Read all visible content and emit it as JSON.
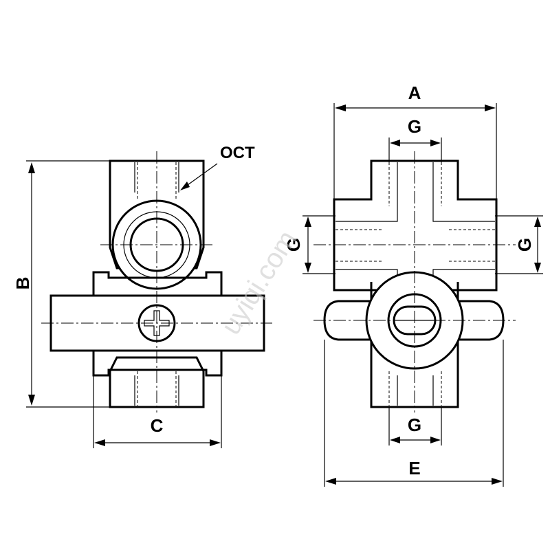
{
  "labels": {
    "A": "A",
    "B": "B",
    "C": "C",
    "E": "E",
    "G_top": "G",
    "G_left": "G",
    "G_right": "G",
    "G_bottom": "G",
    "OCT": "OCT"
  },
  "watermark": "uyiqi.com",
  "colors": {
    "line": "#000000",
    "background": "#ffffff",
    "watermark": "#c8c8c8"
  }
}
